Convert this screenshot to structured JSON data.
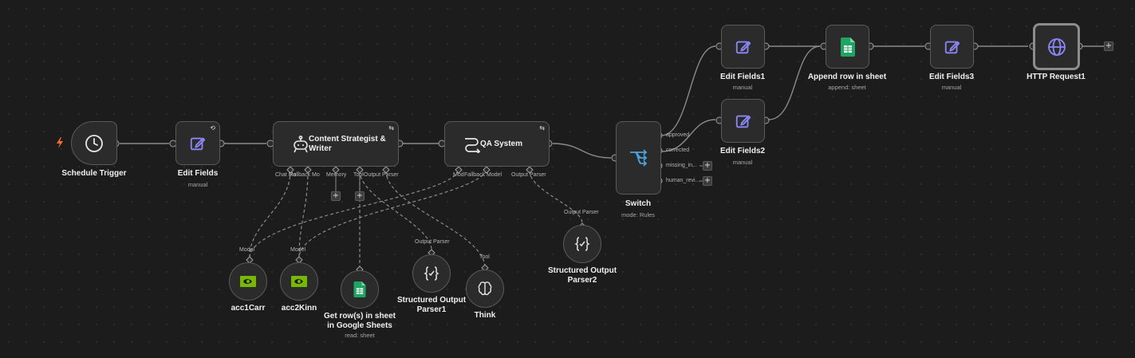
{
  "nodes": {
    "schedule_trigger": {
      "label": "Schedule Trigger"
    },
    "edit_fields": {
      "label": "Edit Fields",
      "sub": "manual"
    },
    "content_strategist": {
      "label": "Content Strategist & Writer",
      "inputs": [
        "Chat Mo",
        "Fallback Mo",
        "Memory",
        "Tool",
        "Output Parser"
      ]
    },
    "qa_system": {
      "label": "QA System",
      "inputs": [
        "Mod",
        "Fallback Model",
        "Output Parser"
      ]
    },
    "switch": {
      "label": "Switch",
      "sub": "mode: Rules",
      "outputs": [
        "approved",
        "corrected",
        "missing_in...",
        "human_revi..."
      ]
    },
    "edit_fields1": {
      "label": "Edit Fields1",
      "sub": "manual"
    },
    "edit_fields2": {
      "label": "Edit Fields2",
      "sub": "manual"
    },
    "append_row": {
      "label": "Append row in sheet",
      "sub": "append: sheet"
    },
    "edit_fields3": {
      "label": "Edit Fields3",
      "sub": "manual"
    },
    "http_request1": {
      "label": "HTTP Request1"
    },
    "acc1carr": {
      "label": "acc1Carr",
      "type_label": "Model"
    },
    "acc2kinn": {
      "label": "acc2Kinn",
      "type_label": "Model"
    },
    "get_rows": {
      "label": "Get row(s) in sheet in Google Sheets",
      "sub": "read: sheet"
    },
    "structured_parser1": {
      "label": "Structured Output Parser1",
      "type_label": "Output Parser"
    },
    "think": {
      "label": "Think",
      "type_label": "Tool"
    },
    "structured_parser2": {
      "label": "Structured Output Parser2",
      "type_label": "Output Parser"
    }
  },
  "add_button": "+",
  "colors": {
    "canvas": "#1c1c1c",
    "node": "#2b2b2b",
    "wire": "#8a8a8a",
    "accent": "#8b87f7",
    "nvidia": "#76b900",
    "sheets": "#1fa463",
    "trigger": "#ff6d2d"
  }
}
